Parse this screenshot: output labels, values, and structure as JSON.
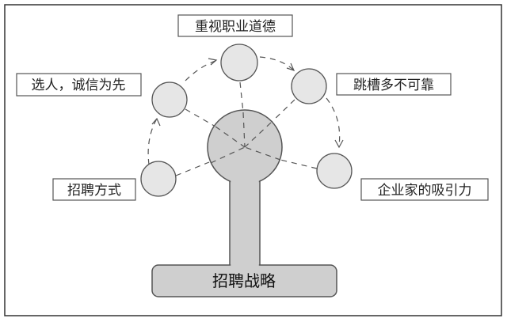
{
  "base": {
    "label": "招聘战略"
  },
  "labels": {
    "top": "重视职业道德",
    "upper_left": "选人，诚信为先",
    "upper_right": "跳槽多不可靠",
    "lower_left": "招聘方式",
    "lower_right": "企业家的吸引力"
  },
  "colors": {
    "hub_fill": "#cfcfcf",
    "node_fill": "#e6e6e6",
    "line": "#555555"
  }
}
